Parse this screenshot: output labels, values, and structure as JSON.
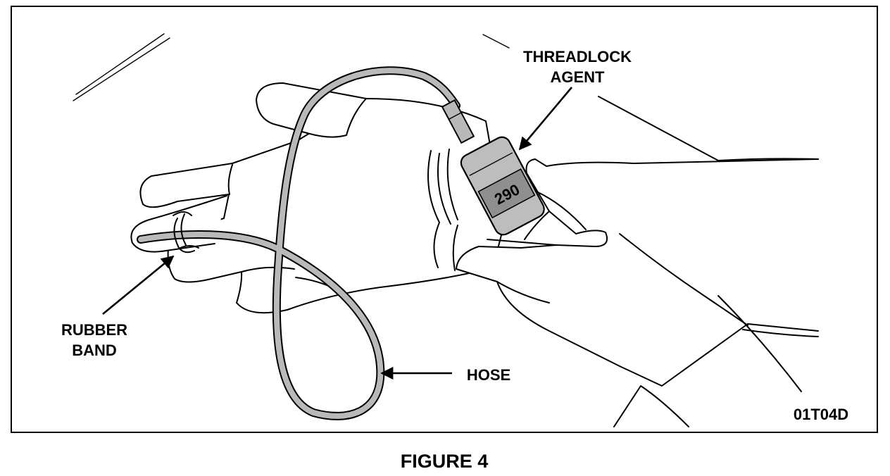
{
  "labels": {
    "threadlock_line1": "THREADLOCK",
    "threadlock_line2": "AGENT",
    "rubber_line1": "RUBBER",
    "rubber_line2": "BAND",
    "hose": "HOSE",
    "bottle_number": "290",
    "figure_code": "01T04D"
  },
  "caption": "FIGURE 4"
}
